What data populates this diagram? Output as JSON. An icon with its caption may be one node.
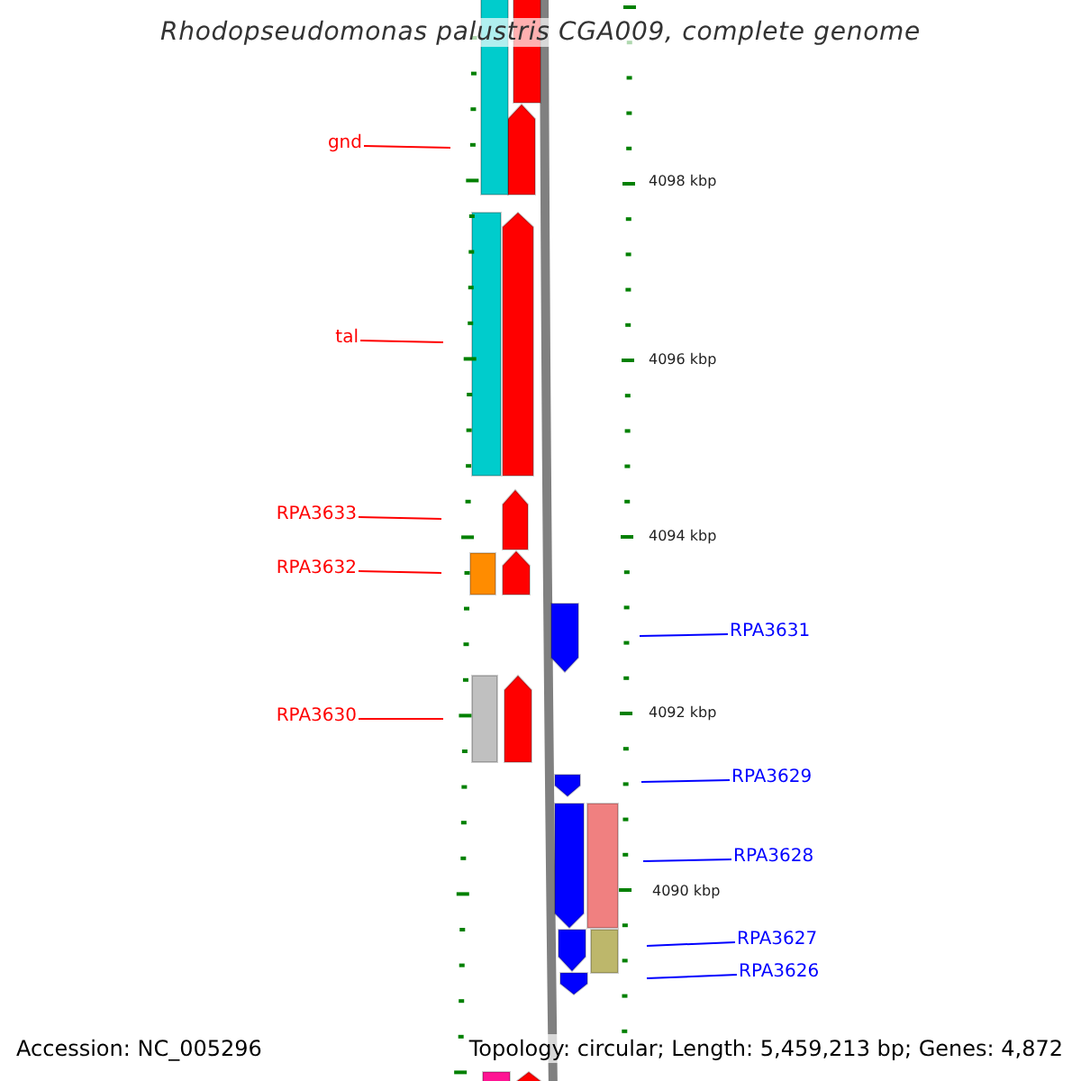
{
  "diagram": {
    "title": "Rhodopseudomonas palustris CGA009, complete genome",
    "nodes": [
      {
        "text": [
          "gnd"
        ]
      },
      {
        "text": [
          "tal"
        ]
      },
      {
        "text": [
          "RPA3633"
        ]
      },
      {
        "text": [
          "RPA3632"
        ]
      },
      {
        "text": [
          "RPA3630"
        ]
      },
      {
        "text": [
          "RPA3631"
        ]
      },
      {
        "text": [
          "RPA3629"
        ]
      },
      {
        "text": [
          "RPA3628"
        ]
      },
      {
        "text": [
          "RPA3627"
        ]
      },
      {
        "text": [
          "RPA3626"
        ]
      }
    ],
    "edges": [
      {
        "from": 0,
        "to": null,
        "arrow": "none",
        "color": "#ff0000"
      },
      {
        "from": 1,
        "to": null,
        "arrow": "none",
        "color": "#ff0000"
      },
      {
        "from": 2,
        "to": null,
        "arrow": "none",
        "color": "#ff0000"
      },
      {
        "from": 3,
        "to": null,
        "arrow": "none",
        "color": "#ff0000"
      },
      {
        "from": 4,
        "to": null,
        "arrow": "none",
        "color": "#ff0000"
      },
      {
        "from": 5,
        "to": null,
        "arrow": "none",
        "color": "#0000ff"
      },
      {
        "from": 6,
        "to": null,
        "arrow": "none",
        "color": "#0000ff"
      },
      {
        "from": 7,
        "to": null,
        "arrow": "none",
        "color": "#0000ff"
      },
      {
        "from": 8,
        "to": null,
        "arrow": "none",
        "color": "#0000ff"
      },
      {
        "from": 9,
        "to": null,
        "arrow": "none",
        "color": "#0000ff"
      }
    ],
    "labels": [
      "4098 kbp",
      "4096 kbp",
      "4094 kbp",
      "4092 kbp",
      "4090 kbp",
      "Accession: NC_005296",
      "Topology: circular; Length: 5,459,213 bp; Genes: 4,872"
    ]
  }
}
